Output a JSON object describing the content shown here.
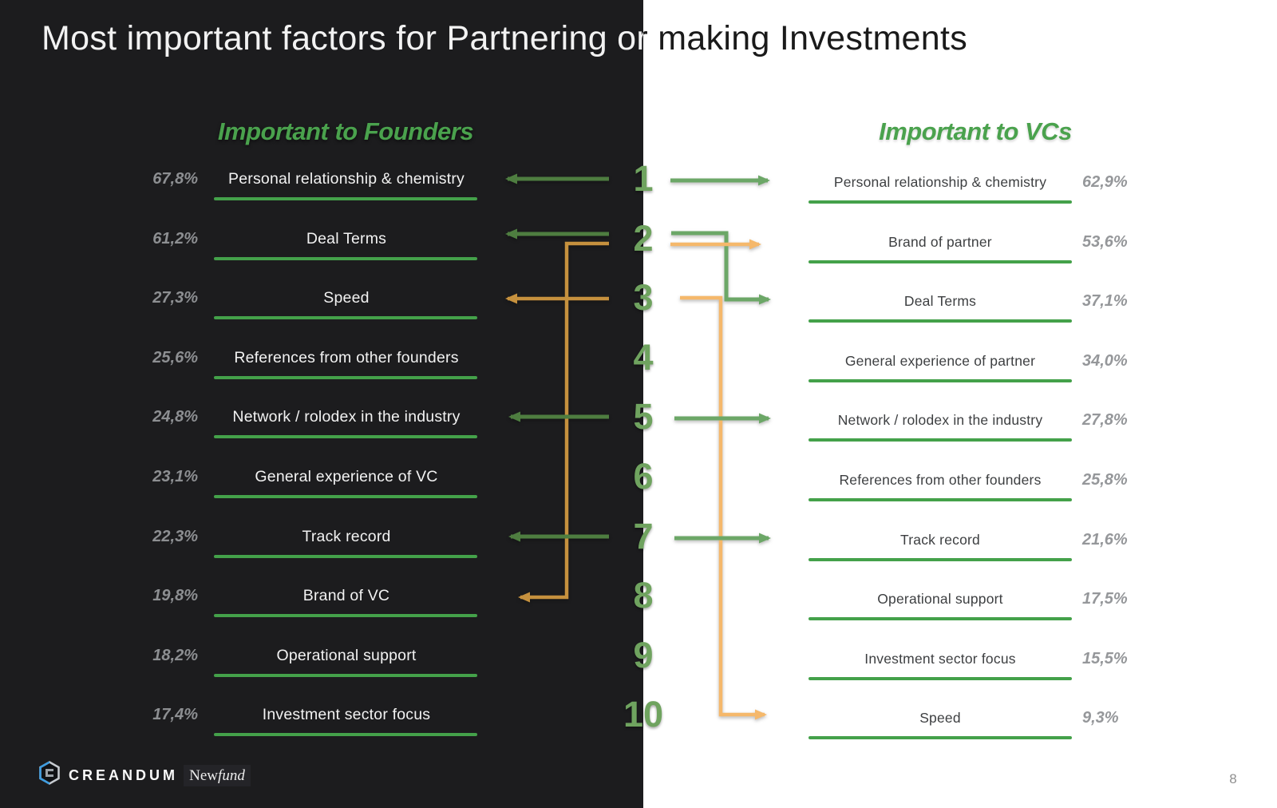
{
  "slide": {
    "title": "Most important factors for Partnering or making Investments",
    "page_number": "8"
  },
  "founders": {
    "header": "Important to Founders",
    "rows": [
      {
        "rank": 1,
        "pct": "67,8%",
        "label": "Personal relationship & chemistry"
      },
      {
        "rank": 2,
        "pct": "61,2%",
        "label": "Deal Terms"
      },
      {
        "rank": 3,
        "pct": "27,3%",
        "label": "Speed"
      },
      {
        "rank": 4,
        "pct": "25,6%",
        "label": "References from other founders"
      },
      {
        "rank": 5,
        "pct": "24,8%",
        "label": "Network / rolodex in the industry"
      },
      {
        "rank": 6,
        "pct": "23,1%",
        "label": "General experience of VC"
      },
      {
        "rank": 7,
        "pct": "22,3%",
        "label": "Track record"
      },
      {
        "rank": 8,
        "pct": "19,8%",
        "label": "Brand of VC"
      },
      {
        "rank": 9,
        "pct": "18,2%",
        "label": "Operational support"
      },
      {
        "rank": 10,
        "pct": "17,4%",
        "label": "Investment sector focus"
      }
    ]
  },
  "vcs": {
    "header": "Important to VCs",
    "rows": [
      {
        "rank": 1,
        "label": "Personal relationship & chemistry",
        "pct": "62,9%"
      },
      {
        "rank": 2,
        "label": "Brand of partner",
        "pct": "53,6%"
      },
      {
        "rank": 3,
        "label": "Deal Terms",
        "pct": "37,1%"
      },
      {
        "rank": 4,
        "label": "General experience of partner",
        "pct": "34,0%"
      },
      {
        "rank": 5,
        "label": "Network / rolodex in the industry",
        "pct": "27,8%"
      },
      {
        "rank": 6,
        "label": "References from other founders",
        "pct": "25,8%"
      },
      {
        "rank": 7,
        "label": "Track record",
        "pct": "21,6%"
      },
      {
        "rank": 8,
        "label": "Operational support",
        "pct": "17,5%"
      },
      {
        "rank": 9,
        "label": "Investment sector focus",
        "pct": "15,5%"
      },
      {
        "rank": 10,
        "label": "Speed",
        "pct": "9,3%"
      }
    ]
  },
  "ranks": [
    "1",
    "2",
    "3",
    "4",
    "5",
    "6",
    "7",
    "8",
    "9",
    "10"
  ],
  "rank_links": [
    {
      "factor": "Personal relationship & chemistry",
      "founders_rank": 1,
      "vcs_rank": 1,
      "color": "green"
    },
    {
      "factor": "Deal Terms",
      "founders_rank": 2,
      "vcs_rank": 3,
      "color": "green"
    },
    {
      "factor": "Network / rolodex in the industry",
      "founders_rank": 5,
      "vcs_rank": 5,
      "color": "green"
    },
    {
      "factor": "Track record",
      "founders_rank": 7,
      "vcs_rank": 7,
      "color": "green"
    },
    {
      "factor": "Brand of VC / Brand of partner",
      "founders_rank": 8,
      "vcs_rank": 2,
      "color": "orange"
    },
    {
      "factor": "Speed",
      "founders_rank": 3,
      "vcs_rank": 10,
      "color": "orange"
    }
  ],
  "colors": {
    "panel_dark": "#1c1c1e",
    "header_green": "#4aa24d",
    "underline_green": "#44a14a",
    "rank_green": "#6fa35f",
    "arrow_green_dark": "#4e7d40",
    "arrow_green_light": "#6ca767",
    "arrow_orange_dark": "#c6913e",
    "arrow_orange_light": "#f5b86b",
    "pct_gray": "#8d8f92"
  },
  "footer": {
    "creandum_label": "CREANDUM",
    "newfund_prefix": "New",
    "newfund_suffix": "fund"
  },
  "chart_data": {
    "type": "table",
    "title": "Most important factors for Partnering or making Investments",
    "series": [
      {
        "name": "Important to Founders",
        "categories": [
          "Personal relationship & chemistry",
          "Deal Terms",
          "Speed",
          "References from other founders",
          "Network / rolodex in the industry",
          "General experience of VC",
          "Track record",
          "Brand of VC",
          "Operational support",
          "Investment sector focus"
        ],
        "values": [
          67.8,
          61.2,
          27.3,
          25.6,
          24.8,
          23.1,
          22.3,
          19.8,
          18.2,
          17.4
        ]
      },
      {
        "name": "Important to VCs",
        "categories": [
          "Personal relationship & chemistry",
          "Brand of partner",
          "Deal Terms",
          "General experience of partner",
          "Network / rolodex in the industry",
          "References from other founders",
          "Track record",
          "Operational support",
          "Investment sector focus",
          "Speed"
        ],
        "values": [
          62.9,
          53.6,
          37.1,
          34.0,
          27.8,
          25.8,
          21.6,
          17.5,
          15.5,
          9.3
        ]
      }
    ],
    "value_unit": "%"
  }
}
